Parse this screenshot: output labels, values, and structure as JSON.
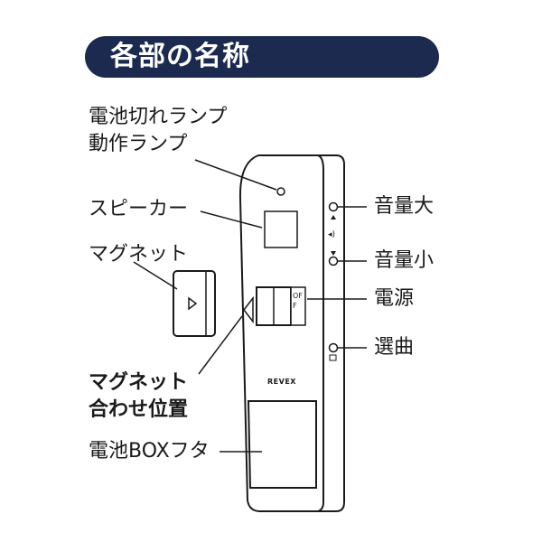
{
  "title": "各部の名称",
  "labels": {
    "battery_lamp": "電池切れランプ",
    "action_lamp": "動作ランプ",
    "speaker": "スピーカー",
    "magnet": "マグネット",
    "magnet_position_line1": "マグネット",
    "magnet_position_line2": "合わせ位置",
    "battery_cover": "電池BOXフタ",
    "volume_up": "音量大",
    "volume_down": "音量小",
    "power": "電源",
    "song_select": "選曲"
  },
  "device": {
    "brand": "REVEX",
    "switch_text": "OFF"
  },
  "colors": {
    "title_bg": "#1b2a4e",
    "title_text": "#ffffff",
    "line": "#1a1a1a"
  }
}
